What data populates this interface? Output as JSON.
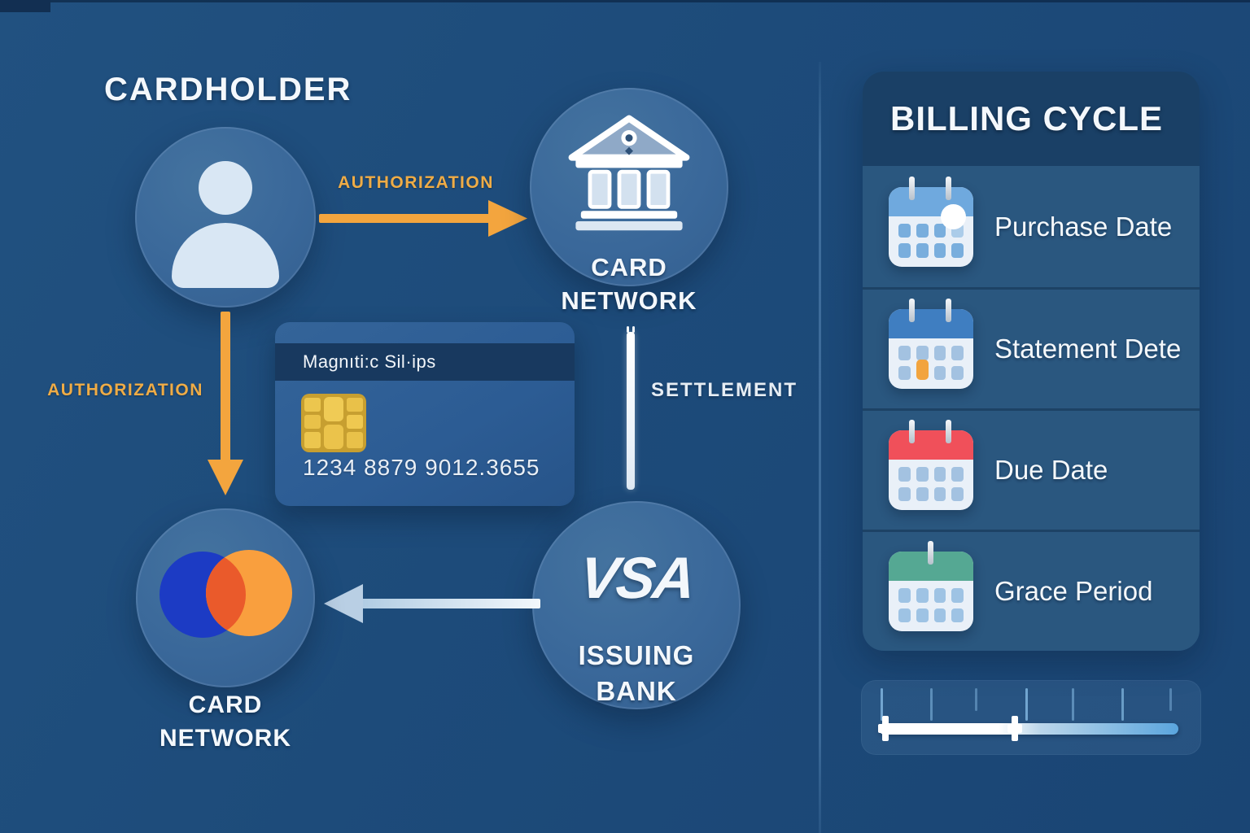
{
  "palette": {
    "background": "#1D4B7A",
    "accent_orange": "#F2A43E",
    "label_orange": "#EFAC46",
    "node_blue": "#3A689A",
    "card_blue": "#2C5C94",
    "card_stripe_navy": "#18395F",
    "chip_gold": "#E8C04A",
    "panel_header_navy": "#1A4066",
    "panel_row_blue": "#2A577F",
    "mastercard_blue": "#1C3BC4",
    "mastercard_orange": "#F99F3E",
    "mastercard_overlap_red": "#EA5A2B",
    "timeline_blue": "#5AA5DD",
    "settlement_white": "#FFFFFF"
  },
  "flow": {
    "cardholder_title": "CARDHOLDER",
    "authorization_top_label": "AUTHORIZATION",
    "authorization_left_label": "AUTHORIZATION",
    "settlement_label": "SETTLEMENT",
    "card_network_top": {
      "line1": "CARD",
      "line2": "NETWORK"
    },
    "card_network_bottom": {
      "line1": "CARD",
      "line2": "NETWORK"
    },
    "issuing_bank": {
      "logo_text": "VSA",
      "line1": "ISSUING",
      "line2": "BANK"
    },
    "credit_card": {
      "stripe_label": "Magnıti:c Sil·ips",
      "number": "1234 8879 9012.3655"
    }
  },
  "billing": {
    "title": "BILLING CYCLE",
    "rows": [
      {
        "label": "Purchase Date",
        "icon": "calendar-purchase-icon",
        "header_color": "#6FA9DE",
        "highlight": "white-dot"
      },
      {
        "label": "Statement Dete",
        "icon": "calendar-statement-icon",
        "header_color": "#3F7EC1",
        "highlight": "orange-cell",
        "highlight_color": "#F2A43E"
      },
      {
        "label": "Due Date",
        "icon": "calendar-due-icon",
        "header_color": "#F0505A",
        "highlight": "none"
      },
      {
        "label": "Grace Period",
        "icon": "calendar-grace-icon",
        "header_color": "#55A893",
        "highlight": "none"
      }
    ]
  },
  "timeline": {
    "tick_count": 7,
    "marker_positions_fraction": [
      0.02,
      0.43
    ],
    "progress_split_fraction": 0.45
  }
}
